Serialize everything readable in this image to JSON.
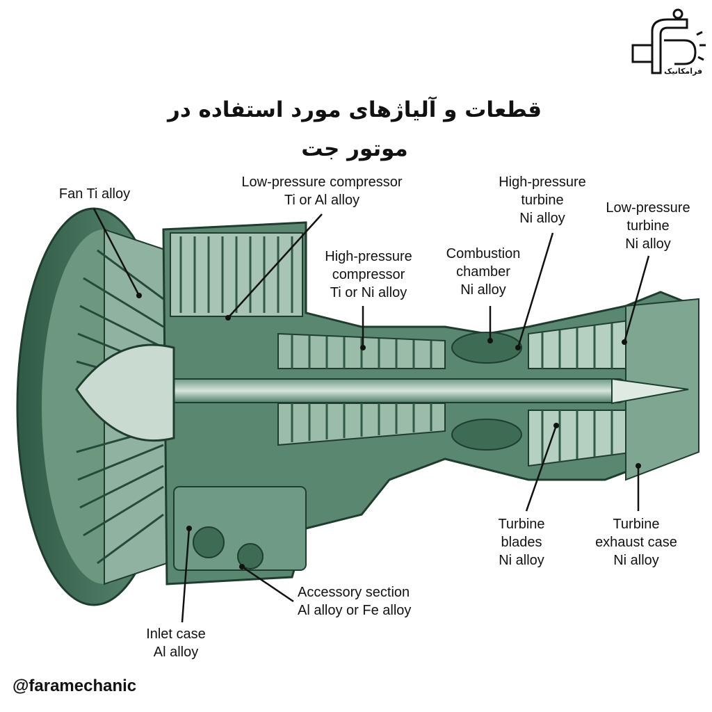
{
  "brand": {
    "logo_text": "فرامکانیک",
    "handle": "@faramechanic"
  },
  "title": {
    "line1": "قطعات و آلیاژهای مورد استفاده در",
    "line2": "موتور جت"
  },
  "labels": {
    "fan": {
      "l1": "Fan Ti alloy"
    },
    "lp_compressor": {
      "l1": "Low-pressure compressor",
      "l2": "Ti or Al alloy"
    },
    "hp_compressor": {
      "l1": "High-pressure",
      "l2": "compressor",
      "l3": "Ti or Ni alloy"
    },
    "combustion": {
      "l1": "Combustion",
      "l2": "chamber",
      "l3": "Ni alloy"
    },
    "hp_turbine": {
      "l1": "High-pressure",
      "l2": "turbine",
      "l3": "Ni alloy"
    },
    "lp_turbine": {
      "l1": "Low-pressure",
      "l2": "turbine",
      "l3": "Ni alloy"
    },
    "turbine_blades": {
      "l1": "Turbine",
      "l2": "blades",
      "l3": "Ni alloy"
    },
    "exhaust_case": {
      "l1": "Turbine",
      "l2": "exhaust case",
      "l3": "Ni alloy"
    },
    "accessory": {
      "l1": "Accessory section",
      "l2": "Al alloy or Fe alloy"
    },
    "inlet": {
      "l1": "Inlet case",
      "l2": "Al alloy"
    }
  },
  "colors": {
    "engine_dark": "#2f5a45",
    "engine_mid": "#4f7f68",
    "engine_light": "#a7c4b4",
    "leader": "#111111"
  }
}
